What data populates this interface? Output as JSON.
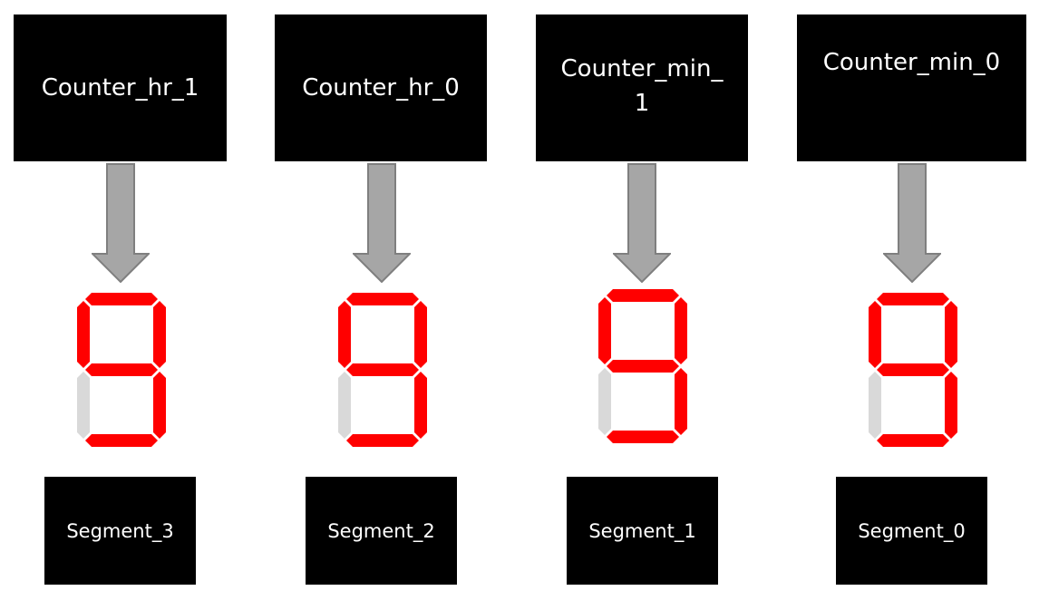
{
  "counters": [
    {
      "label": "Counter_hr_1"
    },
    {
      "label": "Counter_hr_0"
    },
    {
      "label": "Counter_min_\n1"
    },
    {
      "label": "Counter_min_0"
    }
  ],
  "segments": [
    {
      "label": "Segment_3"
    },
    {
      "label": "Segment_2"
    },
    {
      "label": "Segment_1"
    },
    {
      "label": "Segment_0"
    }
  ],
  "display": {
    "digit_shown": "9",
    "lit_color": "#ff0000",
    "unlit_color": "#d9d9d9"
  },
  "arrow": {
    "fill": "#a6a6a6",
    "stroke": "#7f7f7f"
  }
}
